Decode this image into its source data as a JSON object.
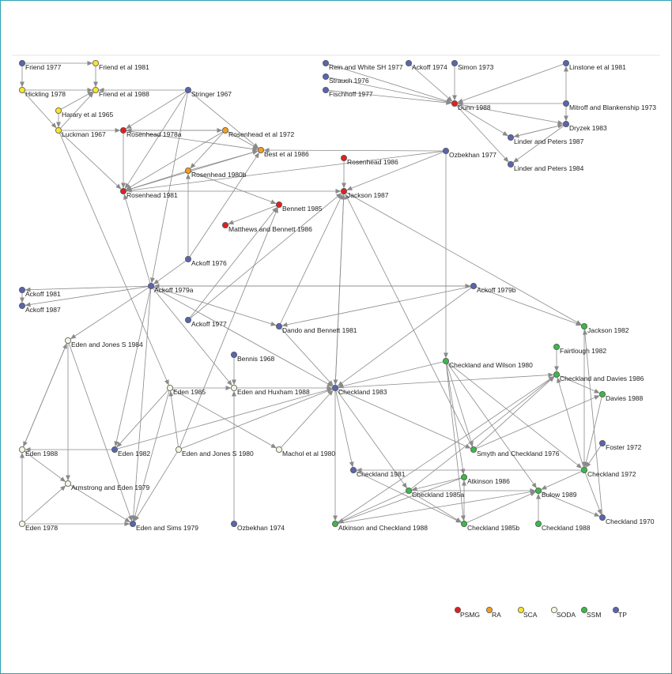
{
  "legend": [
    {
      "key": "PSMG",
      "label": "PSMG",
      "color": "#e02020"
    },
    {
      "key": "RA",
      "label": "RA",
      "color": "#f0a020"
    },
    {
      "key": "SCA",
      "label": "SCA",
      "color": "#f5e62a"
    },
    {
      "key": "SODA",
      "label": "SODA",
      "color": "#f6f4dc"
    },
    {
      "key": "SSM",
      "label": "SSM",
      "color": "#3cb848"
    },
    {
      "key": "TP",
      "label": "TP",
      "color": "#5865b0"
    }
  ],
  "nodes": [
    {
      "id": "friend1977",
      "label": "Friend 1977",
      "group": "TP"
    },
    {
      "id": "friend1981",
      "label": "Friend et al 1981",
      "group": "SCA"
    },
    {
      "id": "hickling1978",
      "label": "Hickling 1978",
      "group": "SCA"
    },
    {
      "id": "friend1988",
      "label": "Friend et al 1988",
      "group": "SCA"
    },
    {
      "id": "harary1965",
      "label": "Harary et al 1965",
      "group": "SCA"
    },
    {
      "id": "luckman1967",
      "label": "Luckman 1967",
      "group": "SCA"
    },
    {
      "id": "stringer1967",
      "label": "Stringer 1967",
      "group": "TP"
    },
    {
      "id": "rosenhead1978a",
      "label": "Rosenhead 1978a",
      "group": "PSMG"
    },
    {
      "id": "rosenhead1972",
      "label": "Rosenhead et al 1972",
      "group": "RA"
    },
    {
      "id": "best1986",
      "label": "Best et al 1986",
      "group": "RA"
    },
    {
      "id": "rosenhead1980b",
      "label": "Rosenhead 1980b",
      "group": "RA"
    },
    {
      "id": "rosenhead1986",
      "label": "Rosenhead 1986",
      "group": "PSMG"
    },
    {
      "id": "rosenhead1981",
      "label": "Rosenhead 1981",
      "group": "PSMG"
    },
    {
      "id": "jackson1987",
      "label": "Jackson 1987",
      "group": "PSMG"
    },
    {
      "id": "bennett1985",
      "label": "Bennett 1985",
      "group": "PSMG"
    },
    {
      "id": "matthews1986",
      "label": "Matthews and Bennett 1986",
      "group": "PSMG"
    },
    {
      "id": "reinwhite1977",
      "label": "Rein and White SH 1977",
      "group": "TP"
    },
    {
      "id": "ackoff1974",
      "label": "Ackoff 1974",
      "group": "TP"
    },
    {
      "id": "simon1973",
      "label": "Simon 1973",
      "group": "TP"
    },
    {
      "id": "linstone1981",
      "label": "Linstone et al 1981",
      "group": "TP"
    },
    {
      "id": "strauch1976",
      "label": "Strauch 1976",
      "group": "TP"
    },
    {
      "id": "fischhoff1977",
      "label": "Fischhoff 1977",
      "group": "TP"
    },
    {
      "id": "dunn1988",
      "label": "Dunn 1988",
      "group": "PSMG"
    },
    {
      "id": "mitroff1973",
      "label": "Mitroff and Blankenship 1973",
      "group": "TP"
    },
    {
      "id": "dryzek1983",
      "label": "Dryzek 1983",
      "group": "TP"
    },
    {
      "id": "linder1987",
      "label": "Linder and Peters 1987",
      "group": "TP"
    },
    {
      "id": "linder1984",
      "label": "Linder and Peters 1984",
      "group": "TP"
    },
    {
      "id": "ozbekhan1977",
      "label": "Ozbekhan 1977",
      "group": "TP"
    },
    {
      "id": "ackoff1976",
      "label": "Ackoff 1976",
      "group": "TP"
    },
    {
      "id": "ackoff1981",
      "label": "Ackoff 1981",
      "group": "TP"
    },
    {
      "id": "ackoff1979a",
      "label": "Ackoff 1979a",
      "group": "TP"
    },
    {
      "id": "ackoff1979b",
      "label": "Ackoff 1979b",
      "group": "TP"
    },
    {
      "id": "ackoff1987",
      "label": "Ackoff 1987",
      "group": "TP"
    },
    {
      "id": "ackoff1977",
      "label": "Ackoff 1977",
      "group": "TP"
    },
    {
      "id": "dando1981",
      "label": "Dando and Bennett 1981",
      "group": "TP"
    },
    {
      "id": "jackson1982",
      "label": "Jackson 1982",
      "group": "SSM"
    },
    {
      "id": "edenjones1984",
      "label": "Eden and Jones S 1984",
      "group": "SODA"
    },
    {
      "id": "fairtlough1982",
      "label": "Fairtlough 1982",
      "group": "SSM"
    },
    {
      "id": "bennis1968",
      "label": "Bennis 1968",
      "group": "TP"
    },
    {
      "id": "checkwilson1980",
      "label": "Checkland and Wilson 1980",
      "group": "SSM"
    },
    {
      "id": "checkdavies1986",
      "label": "Checkland and Davies 1986",
      "group": "SSM"
    },
    {
      "id": "eden1985",
      "label": "Eden 1985",
      "group": "SODA"
    },
    {
      "id": "edenhuxham1988",
      "label": "Eden and Huxham 1988",
      "group": "SODA"
    },
    {
      "id": "checkland1983",
      "label": "Checkland 1983",
      "group": "TP"
    },
    {
      "id": "davies1988",
      "label": "Davies 1988",
      "group": "SSM"
    },
    {
      "id": "eden1988",
      "label": "Eden 1988",
      "group": "SODA"
    },
    {
      "id": "eden1982",
      "label": "Eden 1982",
      "group": "TP"
    },
    {
      "id": "edenjones1980",
      "label": "Eden and Jones S 1980",
      "group": "SODA"
    },
    {
      "id": "machol1980",
      "label": "Machol et al 1980",
      "group": "SODA"
    },
    {
      "id": "foster1972",
      "label": "Foster 1972",
      "group": "TP"
    },
    {
      "id": "smyth1976",
      "label": "Smyth and Checkland 1976",
      "group": "SSM"
    },
    {
      "id": "checkland1981",
      "label": "Checkland 1981",
      "group": "TP"
    },
    {
      "id": "checkland1972",
      "label": "Checkland 1972",
      "group": "SSM"
    },
    {
      "id": "atkinson1986",
      "label": "Atkinson 1986",
      "group": "SSM"
    },
    {
      "id": "armstrong1979",
      "label": "Armstrong and Eden 1979",
      "group": "SODA"
    },
    {
      "id": "checkland1985a",
      "label": "Checkland 1985a",
      "group": "SSM"
    },
    {
      "id": "bulow1989",
      "label": "Bulow 1989",
      "group": "SSM"
    },
    {
      "id": "checkland1970",
      "label": "Checkland 1970",
      "group": "TP"
    },
    {
      "id": "eden1978",
      "label": "Eden 1978",
      "group": "SODA"
    },
    {
      "id": "edensims1979",
      "label": "Eden and Sims 1979",
      "group": "TP"
    },
    {
      "id": "ozbekhan1974",
      "label": "Ozbekhan 1974",
      "group": "TP"
    },
    {
      "id": "atkcheck1988",
      "label": "Atkinson and Checkland 1988",
      "group": "SSM"
    },
    {
      "id": "checkland1985b",
      "label": "Checkland 1985b",
      "group": "SSM"
    },
    {
      "id": "checkland1988",
      "label": "Checkland 1988",
      "group": "SSM"
    }
  ],
  "edges": [
    [
      "friend1977",
      "friend1981"
    ],
    [
      "friend1977",
      "hickling1978"
    ],
    [
      "friend1981",
      "friend1988"
    ],
    [
      "hickling1978",
      "friend1988"
    ],
    [
      "harary1965",
      "friend1988"
    ],
    [
      "harary1965",
      "luckman1967"
    ],
    [
      "luckman1967",
      "friend1988"
    ],
    [
      "hickling1978",
      "luckman1967"
    ],
    [
      "stringer1967",
      "friend1988"
    ],
    [
      "luckman1967",
      "rosenhead1978a"
    ],
    [
      "luckman1967",
      "rosenhead1981"
    ],
    [
      "luckman1967",
      "eden1985"
    ],
    [
      "stringer1967",
      "rosenhead1978a"
    ],
    [
      "stringer1967",
      "rosenhead1981"
    ],
    [
      "stringer1967",
      "best1986"
    ],
    [
      "stringer1967",
      "ackoff1979a"
    ],
    [
      "rosenhead1978a",
      "rosenhead1972"
    ],
    [
      "rosenhead1972",
      "rosenhead1978a"
    ],
    [
      "rosenhead1978a",
      "best1986"
    ],
    [
      "rosenhead1978a",
      "rosenhead1981"
    ],
    [
      "rosenhead1972",
      "best1986"
    ],
    [
      "rosenhead1972",
      "rosenhead1980b"
    ],
    [
      "rosenhead1972",
      "rosenhead1981"
    ],
    [
      "rosenhead1980b",
      "best1986"
    ],
    [
      "rosenhead1980b",
      "bennett1985"
    ],
    [
      "rosenhead1980b",
      "rosenhead1981"
    ],
    [
      "rosenhead1986",
      "jackson1987"
    ],
    [
      "rosenhead1981",
      "jackson1987"
    ],
    [
      "rosenhead1981",
      "best1986"
    ],
    [
      "ozbekhan1977",
      "best1986"
    ],
    [
      "ozbekhan1977",
      "rosenhead1981"
    ],
    [
      "ozbekhan1977",
      "checkwilson1980"
    ],
    [
      "ozbekhan1977",
      "jackson1987"
    ],
    [
      "bennett1985",
      "matthews1986"
    ],
    [
      "ackoff1976",
      "rosenhead1980b"
    ],
    [
      "ackoff1976",
      "best1986"
    ],
    [
      "ackoff1976",
      "ackoff1979a"
    ],
    [
      "ackoff1977",
      "bennett1985"
    ],
    [
      "ackoff1977",
      "jackson1987"
    ],
    [
      "ackoff1979a",
      "rosenhead1981"
    ],
    [
      "ackoff1979a",
      "ackoff1981"
    ],
    [
      "ackoff1979a",
      "ackoff1987"
    ],
    [
      "ackoff1979a",
      "ackoff1979b"
    ],
    [
      "ackoff1979b",
      "ackoff1979a"
    ],
    [
      "ackoff1979a",
      "dando1981"
    ],
    [
      "ackoff1979a",
      "edenjones1984"
    ],
    [
      "ackoff1979a",
      "checkland1983"
    ],
    [
      "ackoff1979a",
      "edenhuxham1988"
    ],
    [
      "ackoff1979a",
      "eden1982"
    ],
    [
      "ackoff1979a",
      "edensims1979"
    ],
    [
      "ackoff1981",
      "ackoff1987"
    ],
    [
      "ackoff1979b",
      "dando1981"
    ],
    [
      "ackoff1979b",
      "jackson1982"
    ],
    [
      "ackoff1979b",
      "checkland1983"
    ],
    [
      "dando1981",
      "jackson1987"
    ],
    [
      "dando1981",
      "checkland1983"
    ],
    [
      "jackson1987",
      "checkland1983"
    ],
    [
      "jackson1987",
      "jackson1982"
    ],
    [
      "checkland1983",
      "jackson1987"
    ],
    [
      "checkland1983",
      "checkdavies1986"
    ],
    [
      "checkland1983",
      "atkcheck1988"
    ],
    [
      "checkland1983",
      "checkland1981"
    ],
    [
      "checkland1983",
      "checkland1985a"
    ],
    [
      "checkland1983",
      "smyth1976"
    ],
    [
      "checkwilson1980",
      "checkland1983"
    ],
    [
      "checkwilson1980",
      "smyth1976"
    ],
    [
      "checkwilson1980",
      "atkinson1986"
    ],
    [
      "checkwilson1980",
      "checkland1985b"
    ],
    [
      "checkwilson1980",
      "bulow1989"
    ],
    [
      "checkwilson1980",
      "checkland1972"
    ],
    [
      "smyth1976",
      "jackson1987"
    ],
    [
      "smyth1976",
      "checkdavies1986"
    ],
    [
      "smyth1976",
      "davies1988"
    ],
    [
      "checkdavies1986",
      "davies1988"
    ],
    [
      "fairtlough1982",
      "checkdavies1986"
    ],
    [
      "checkland1972",
      "checkdavies1986"
    ],
    [
      "checkland1972",
      "checkland1981"
    ],
    [
      "checkland1972",
      "bulow1989"
    ],
    [
      "checkland1972",
      "checkland1970"
    ],
    [
      "foster1972",
      "checkland1972"
    ],
    [
      "checkland1985a",
      "checkdavies1986"
    ],
    [
      "checkland1985a",
      "atkcheck1988"
    ],
    [
      "checkland1985a",
      "checkland1985b"
    ],
    [
      "checkland1985a",
      "bulow1989"
    ],
    [
      "atkinson1986",
      "checkland1985a"
    ],
    [
      "atkinson1986",
      "atkcheck1988"
    ],
    [
      "checkland1985b",
      "atkinson1986"
    ],
    [
      "checkland1985b",
      "bulow1989"
    ],
    [
      "atkcheck1988",
      "bulow1989"
    ],
    [
      "atkcheck1988",
      "checkdavies1986"
    ],
    [
      "checkland1981",
      "checkland1985b"
    ],
    [
      "checkland1988",
      "bulow1989"
    ],
    [
      "bulow1989",
      "checkland1970"
    ],
    [
      "checkland1970",
      "jackson1982"
    ],
    [
      "jackson1982",
      "checkland1972"
    ],
    [
      "davies1988",
      "checkland1972"
    ],
    [
      "bennis1968",
      "edenhuxham1988"
    ],
    [
      "ozbekhan1974",
      "edenhuxham1988"
    ],
    [
      "eden1985",
      "edenhuxham1988"
    ],
    [
      "eden1985",
      "machol1980"
    ],
    [
      "eden1985",
      "eden1982"
    ],
    [
      "eden1985",
      "edensims1979"
    ],
    [
      "edenjones1980",
      "eden1985"
    ],
    [
      "edenjones1980",
      "bennett1985"
    ],
    [
      "edenjones1980",
      "checkland1983"
    ],
    [
      "edenjones1980",
      "edensims1979"
    ],
    [
      "machol1980",
      "checkland1983"
    ],
    [
      "eden1982",
      "eden1988"
    ],
    [
      "eden1982",
      "checkland1983"
    ],
    [
      "eden1988",
      "armstrong1979"
    ],
    [
      "eden1988",
      "edenjones1984"
    ],
    [
      "edenjones1984",
      "eden1988"
    ],
    [
      "edenjones1984",
      "armstrong1979"
    ],
    [
      "edenjones1984",
      "edensims1979"
    ],
    [
      "eden1978",
      "eden1988"
    ],
    [
      "eden1978",
      "armstrong1979"
    ],
    [
      "eden1978",
      "edensims1979"
    ],
    [
      "armstrong1979",
      "edensims1979"
    ],
    [
      "edenhuxham1988",
      "checkland1983"
    ],
    [
      "reinwhite1977",
      "dunn1988"
    ],
    [
      "ackoff1974",
      "dunn1988"
    ],
    [
      "simon1973",
      "dunn1988"
    ],
    [
      "strauch1976",
      "dunn1988"
    ],
    [
      "fischhoff1977",
      "dunn1988"
    ],
    [
      "linstone1981",
      "dunn1988"
    ],
    [
      "mitroff1973",
      "dunn1988"
    ],
    [
      "mitroff1973",
      "linstone1981"
    ],
    [
      "mitroff1973",
      "dryzek1983"
    ],
    [
      "dunn1988",
      "dryzek1983"
    ],
    [
      "dunn1988",
      "linder1987"
    ],
    [
      "dunn1988",
      "linder1984"
    ],
    [
      "dryzek1983",
      "linder1987"
    ],
    [
      "dryzek1983",
      "linder1984"
    ],
    [
      "linder1987",
      "dryzek1983"
    ]
  ]
}
